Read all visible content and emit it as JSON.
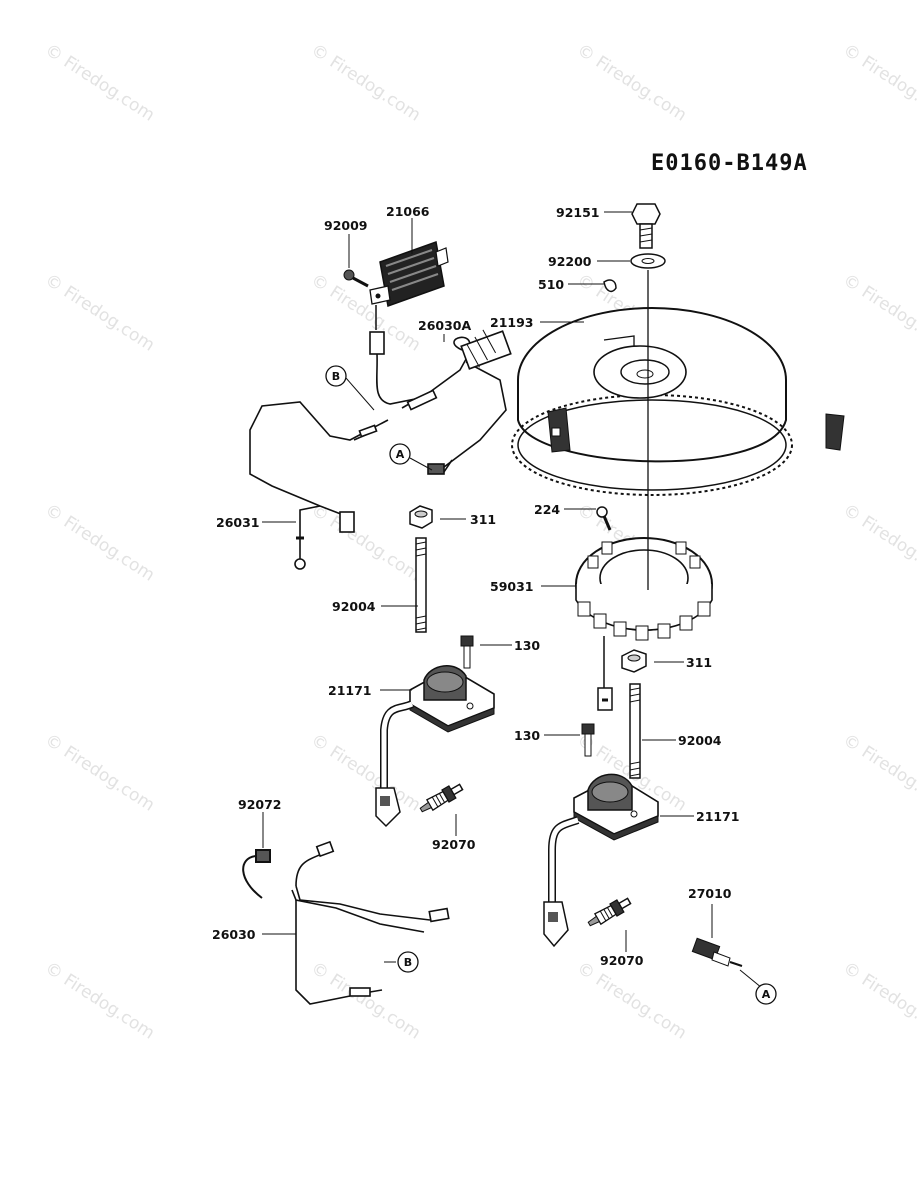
{
  "diagram_code": "E0160-B149A",
  "watermark": "© Firedog.com",
  "callout_markers": {
    "a": "A",
    "b": "B"
  },
  "part_labels": {
    "p21066": "21066",
    "p92009": "92009",
    "p26030A": "26030A",
    "p26031": "26031",
    "p311_left": "311",
    "p92004_left": "92004",
    "p130_left": "130",
    "p21171_left": "21171",
    "p92070_left": "92070",
    "p92072": "92072",
    "p26030": "26030",
    "p92151": "92151",
    "p92200": "92200",
    "p510": "510",
    "p21193": "21193",
    "p224": "224",
    "p59031": "59031",
    "p311_right": "311",
    "p130_right": "130",
    "p92004_right": "92004",
    "p21171_right": "21171",
    "p27010": "27010",
    "p92070_right": "92070"
  }
}
